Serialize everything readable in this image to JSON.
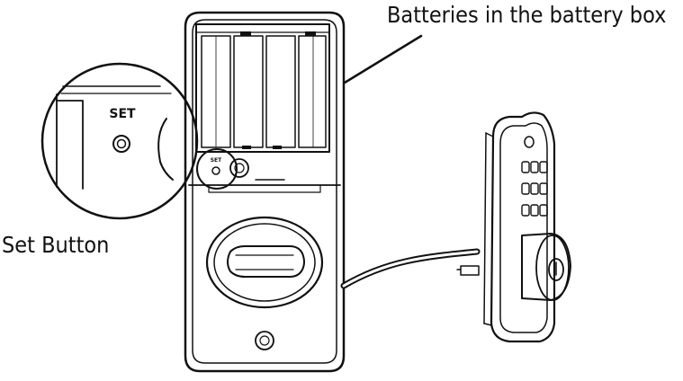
{
  "callouts": {
    "batteries": "Batteries in the battery box",
    "set_button": "Set Button"
  },
  "zoom": {
    "set_label": "SET"
  },
  "panel": {
    "set_label_small": "SET"
  }
}
